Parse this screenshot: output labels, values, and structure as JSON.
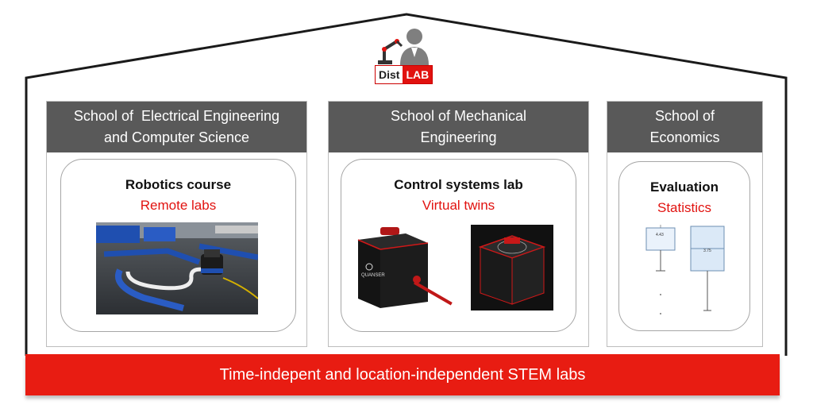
{
  "logo": {
    "left_text": "Dist",
    "right_text": "LAB"
  },
  "schools": [
    {
      "header_line1": "School of  Electrical Engineering",
      "header_line2": "and Computer Science",
      "card_title": "Robotics course",
      "card_subtitle": "Remote labs"
    },
    {
      "header_line1": "School of Mechanical",
      "header_line2": "Engineering",
      "card_title": "Control systems lab",
      "card_subtitle": "Virtual twins"
    },
    {
      "header_line1": "School of",
      "header_line2": "Economics",
      "card_title": "Evaluation",
      "card_subtitle": "Statistics"
    }
  ],
  "bottom_bar": "Time-indepent and location-independent STEM labs",
  "device_brand": "QUANSER",
  "boxplot_labels": {
    "left": "4.43",
    "right": "3.75"
  },
  "colors": {
    "accent_red": "#e81c12",
    "header_gray": "#595959"
  }
}
